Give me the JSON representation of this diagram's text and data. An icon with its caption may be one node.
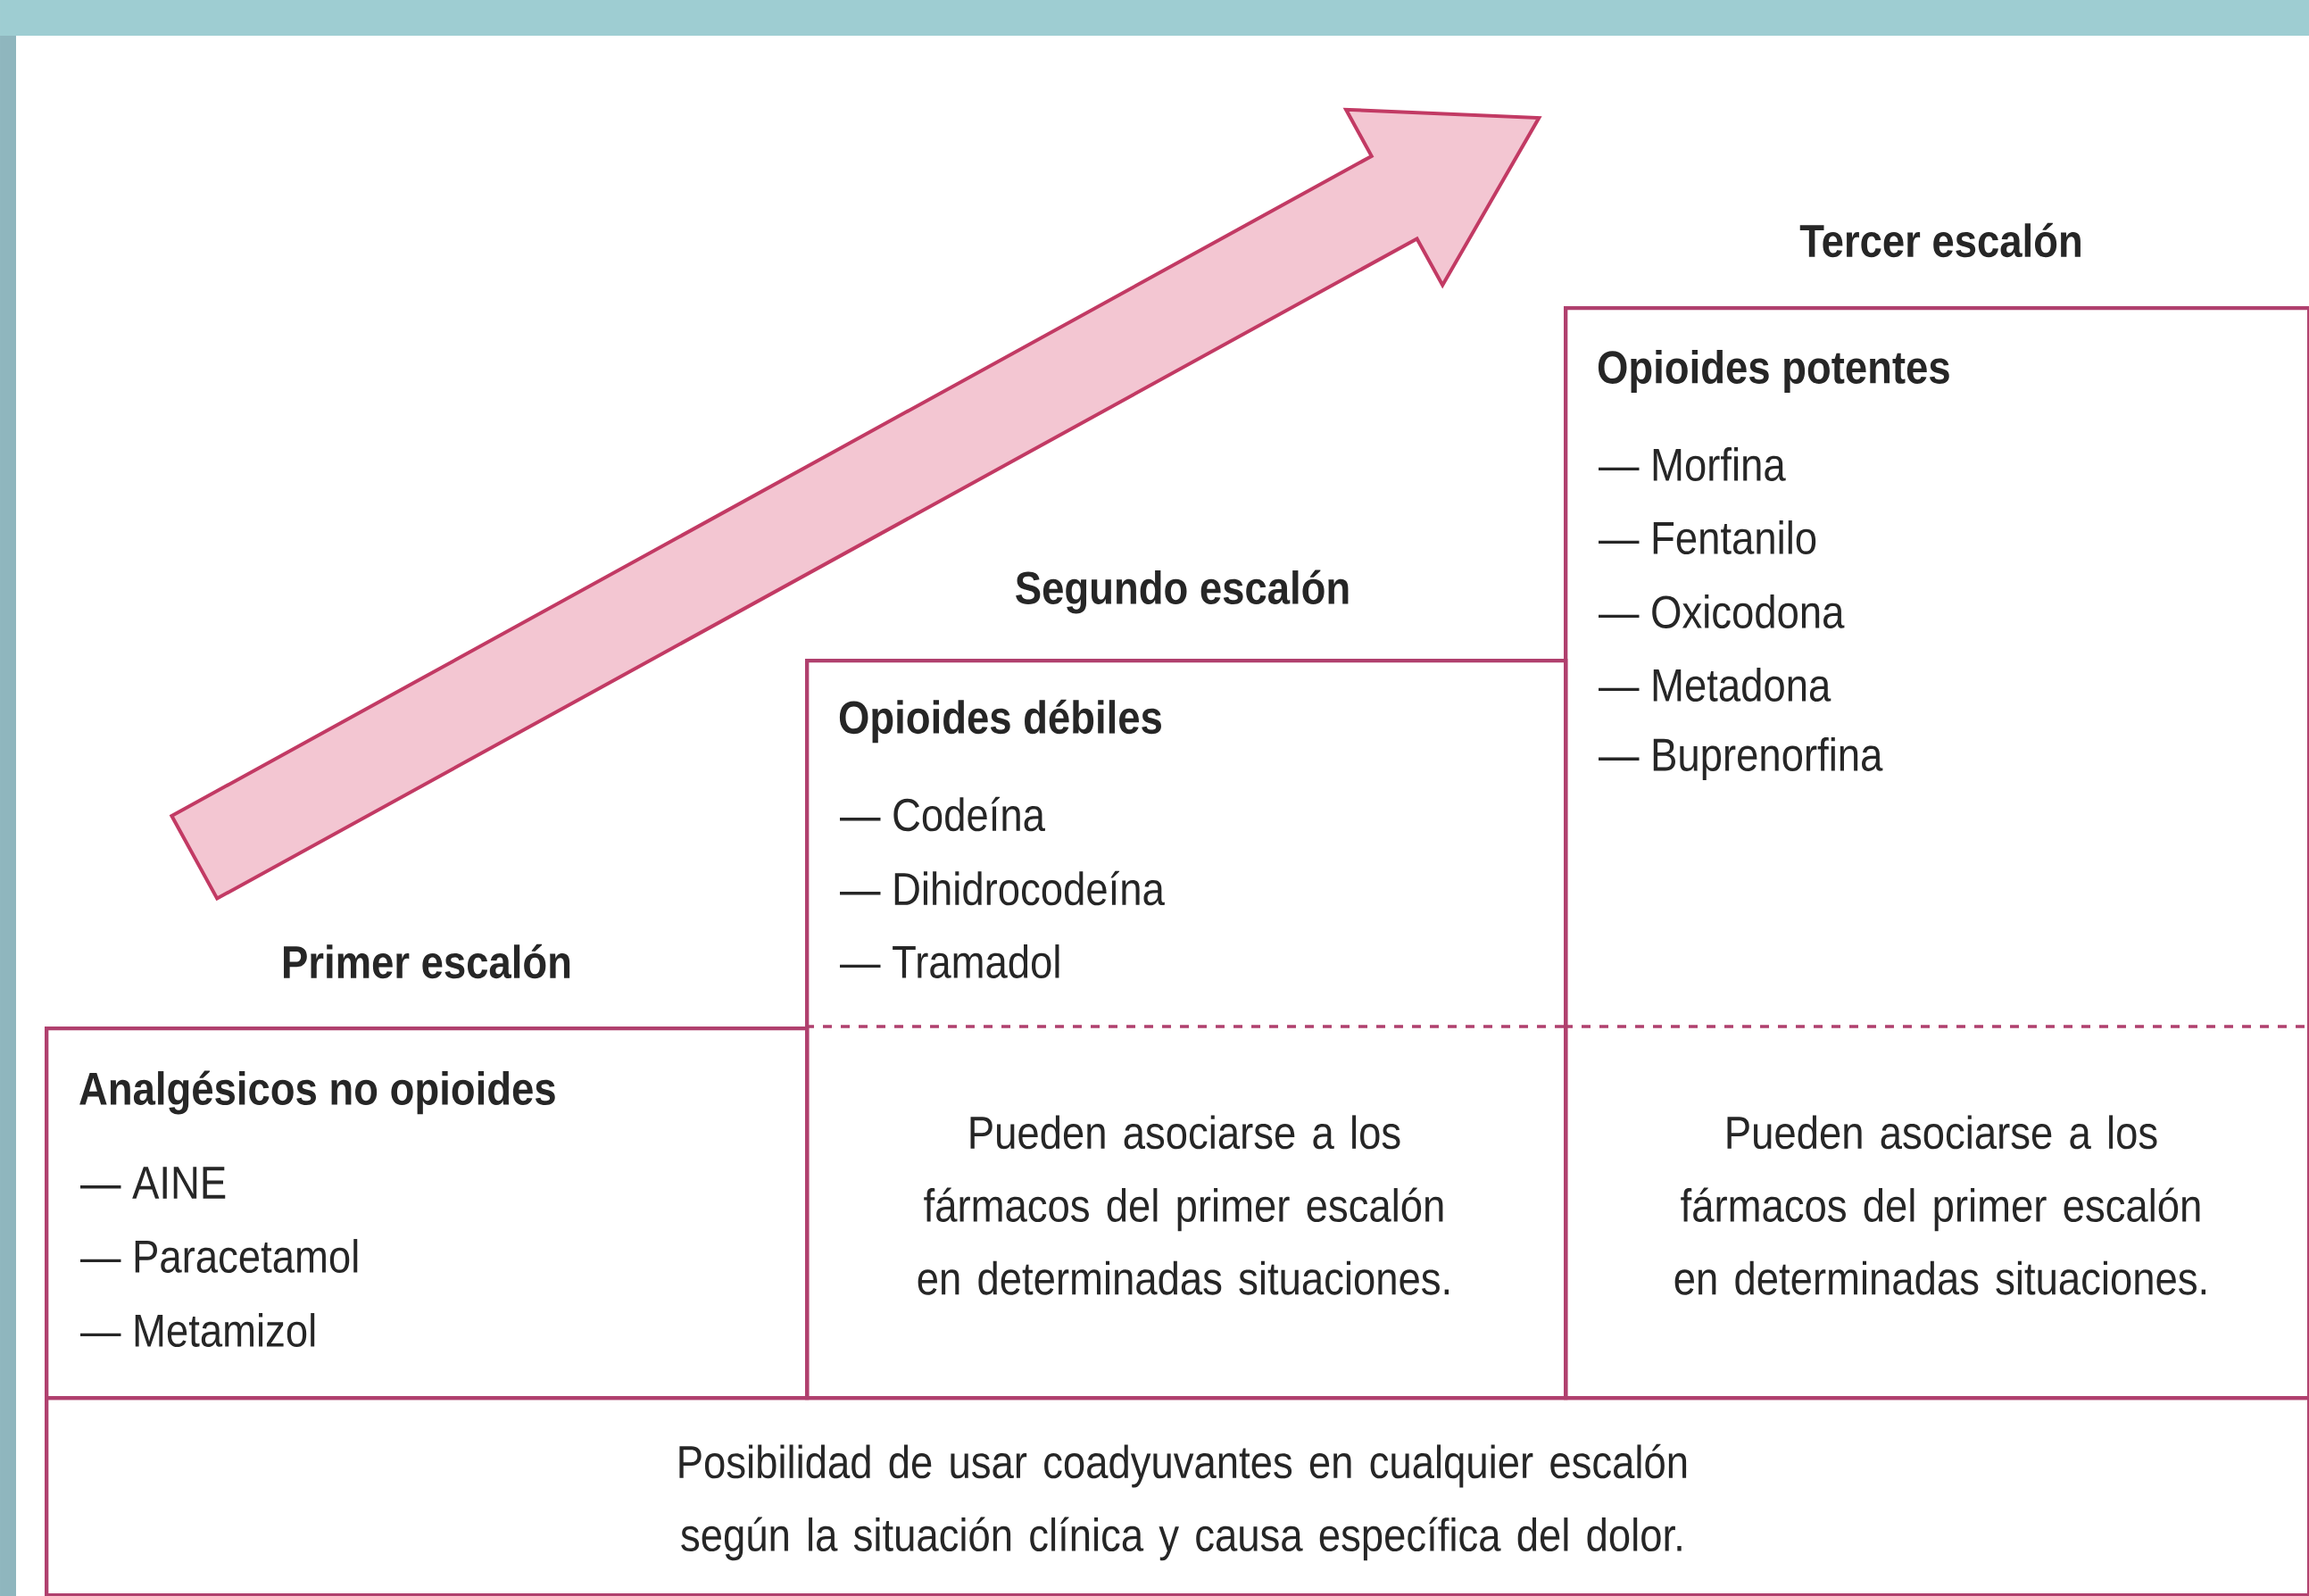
{
  "diagram": {
    "nodes": [
      {
        "text": [
          "Primer escalón",
          "Analgésicos no opioides",
          "— AINE",
          "— Paracetamol",
          "— Metamizol"
        ]
      },
      {
        "text": [
          "Segundo escalón",
          "Opioides débiles",
          "— Codeína",
          "— Dihidrocodeína",
          "— Tramadol",
          "Pueden asociarse a los fármacos del primer escalón en determinadas situaciones."
        ]
      },
      {
        "text": [
          "Tercer escalón",
          "Opioides potentes",
          "— Morfina",
          "— Fentanilo",
          "— Oxicodona",
          "— Metadona",
          "— Buprenorfina",
          "Pueden asociarse a los fármacos del primer escalón en determinadas situaciones."
        ]
      },
      {
        "text": [
          "Posibilidad de usar coadyuvantes en cualquier escalón según la situación clínica y causa específica del dolor."
        ]
      }
    ]
  }
}
